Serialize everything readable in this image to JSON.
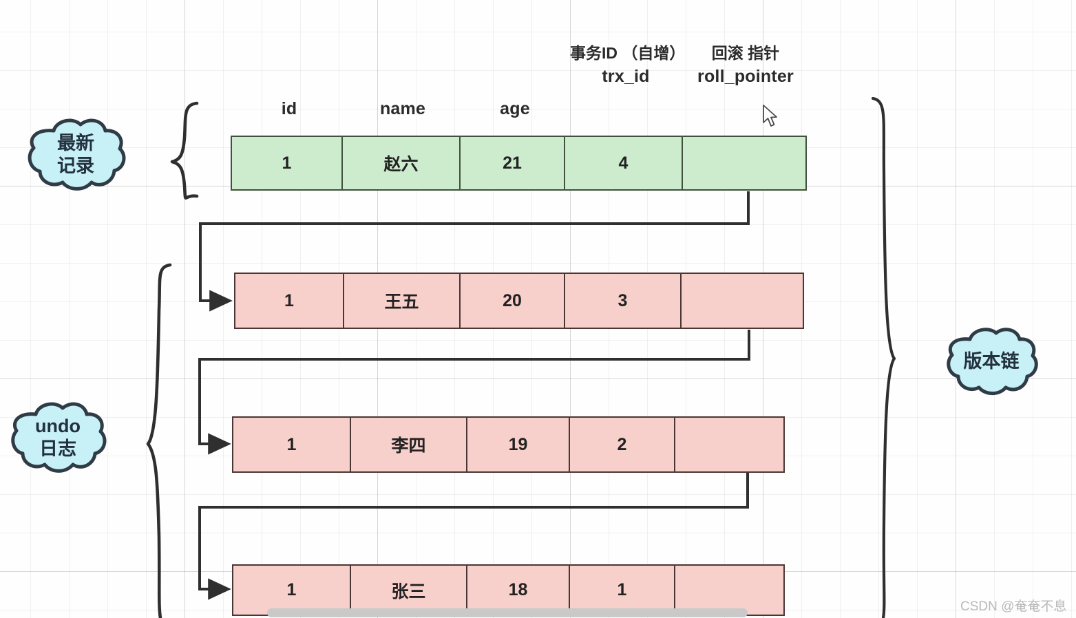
{
  "diagram": {
    "title": "MySQL InnoDB undo log version chain",
    "columns": [
      {
        "en": "id",
        "cn": ""
      },
      {
        "en": "name",
        "cn": ""
      },
      {
        "en": "age",
        "cn": ""
      },
      {
        "en": "trx_id",
        "cn": "事务ID\n（自增）"
      },
      {
        "en": "roll_pointer",
        "cn": "回滚\n指针"
      }
    ],
    "rows": [
      {
        "kind": "latest",
        "color": "#cdeccd",
        "cells": [
          "1",
          "赵六",
          "21",
          "4",
          ""
        ]
      },
      {
        "kind": "undo",
        "color": "#f8d0cb",
        "cells": [
          "1",
          "王五",
          "20",
          "3",
          ""
        ]
      },
      {
        "kind": "undo",
        "color": "#f8d0cb",
        "cells": [
          "1",
          "李四",
          "19",
          "2",
          ""
        ]
      },
      {
        "kind": "undo",
        "color": "#f8d0cb",
        "cells": [
          "1",
          "张三",
          "18",
          "1",
          ""
        ]
      }
    ],
    "clouds": [
      {
        "id": "latest-record",
        "label": "最新\n记录"
      },
      {
        "id": "undo-log",
        "label": "undo\n日志"
      },
      {
        "id": "version-chain",
        "label": "版本链"
      }
    ],
    "watermark": "CSDN @奄奄不息",
    "colors": {
      "green_fill": "#cdeccd",
      "green_stroke": "#41513f",
      "pink_fill": "#f8d0cb",
      "pink_stroke": "#4a3634",
      "cloud_fill": "#c7f0f7",
      "cloud_stroke": "#2f3b45",
      "line": "#333333",
      "grid": "#e8e8e8"
    }
  }
}
